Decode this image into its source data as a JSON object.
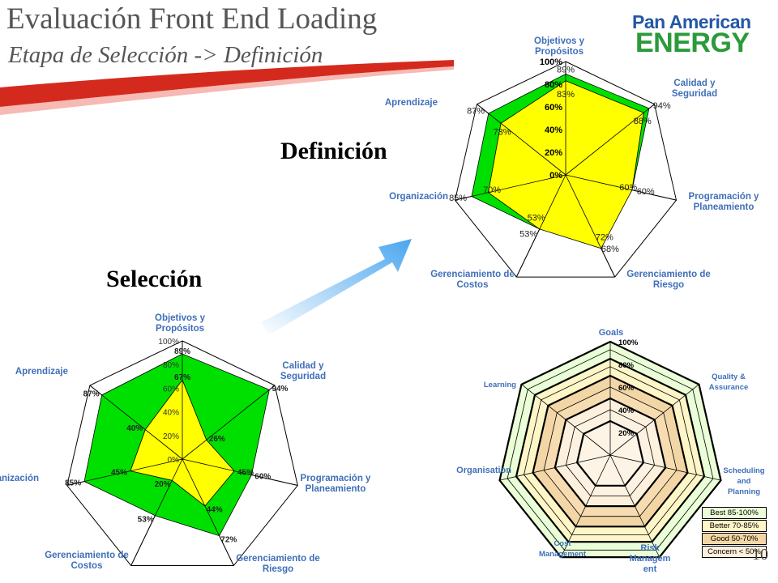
{
  "header": {
    "title": "Evaluación Front End Loading",
    "subtitle": "Etapa de Selección -> Definición",
    "logo_line1": "Pan American",
    "logo_line2": "ENERGY",
    "page_number": "10"
  },
  "labels": {
    "definicion": "Definición",
    "seleccion": "Selección"
  },
  "colors": {
    "outer_fill": "#00e000",
    "inner_fill": "#ffff00",
    "axis_label": "#3f6fb8",
    "arrow": "#5aaef0",
    "banner": "#d42a1e"
  },
  "chart_data": [
    {
      "id": "definicion",
      "type": "radar",
      "categories": [
        "Objetivos y\nPropósitos",
        "Calidad y\nSeguridad",
        "Programación y\nPlaneamiento",
        "Gerenciamiento de\nRiesgo",
        "Gerenciamiento  de\n\nCostos",
        "Organización",
        "Aprendizaje"
      ],
      "series": [
        {
          "values": [
            89,
            94,
            60,
            68,
            53,
            85,
            87
          ]
        },
        {
          "values": [
            83,
            88,
            60,
            72,
            53,
            70,
            73
          ]
        }
      ],
      "ticks": [
        "0%",
        "20%",
        "40%",
        "60%",
        "80%",
        "100%"
      ],
      "rlim": [
        0,
        100
      ]
    },
    {
      "id": "seleccion",
      "type": "radar",
      "categories": [
        "Objetivos y\nPropósitos",
        "Calidad y\nSeguridad",
        "Programación y\nPlaneamiento",
        "Gerenciamiento de\nRiesgo",
        "Gerenciamiento  de\n\nCostos",
        "Organización",
        "Aprendizaje"
      ],
      "series": [
        {
          "values": [
            89,
            94,
            60,
            72,
            53,
            85,
            87
          ]
        },
        {
          "values": [
            67,
            26,
            45,
            44,
            20,
            45,
            40
          ]
        }
      ],
      "ticks": [
        "0%",
        "20%",
        "40%",
        "60%",
        "80%",
        "100%"
      ],
      "rlim": [
        0,
        100
      ]
    },
    {
      "id": "reference",
      "type": "radar",
      "categories": [
        "Goals",
        "Quality &\nAssurance",
        "Scheduling\nand\nPlanning",
        "Risk\nManagem\nent",
        "Cost\nManagement",
        "Organisation",
        "Learning"
      ],
      "ticks": [
        "20%",
        "40%",
        "60%",
        "80%",
        "100%"
      ],
      "rlim": [
        0,
        100
      ],
      "bands": [
        {
          "label": "Best 85-100%",
          "color": "#eaffd8"
        },
        {
          "label": "Better 70-85%",
          "color": "#fff6c8"
        },
        {
          "label": "Good 50-70%",
          "color": "#f3d6a6"
        },
        {
          "label": "Concern < 50%",
          "color": "#fdf0dc"
        }
      ]
    }
  ]
}
